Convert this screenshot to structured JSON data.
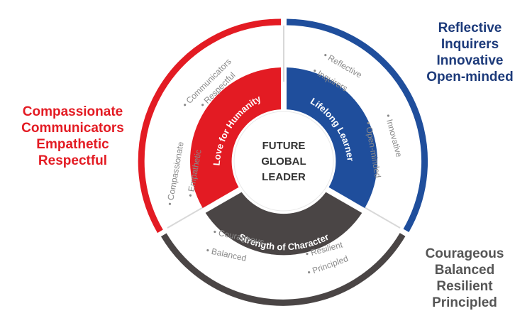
{
  "center": {
    "lines": [
      "FUTURE",
      "GLOBAL",
      "LEADER"
    ]
  },
  "segments": {
    "humanity": {
      "label": "Love for Humanity",
      "color": "#e31b23",
      "items": [
        "• Compassionate",
        "• Communicators",
        "• Empathetic",
        "• Respectful"
      ]
    },
    "learner": {
      "label": "Lifelong Learner",
      "color": "#1f4e9c",
      "items": [
        "• Reflective",
        "• Inquirers",
        "• Innovative",
        "• Open-minded"
      ]
    },
    "character": {
      "label": "Strength of Character",
      "color": "#4a4545",
      "items": [
        "• Courageous",
        "• Balanced",
        "• Resilient",
        "• Principled"
      ]
    }
  },
  "side_lists": {
    "red": {
      "color": "#e31b23",
      "lines": [
        "Compassionate",
        "Communicators",
        "Empathetic",
        "Respectful"
      ]
    },
    "blue": {
      "color": "#1c3a7a",
      "lines": [
        "Reflective",
        "Inquirers",
        "Innovative",
        "Open-minded"
      ]
    },
    "gray": {
      "color": "#555555",
      "lines": [
        "Courageous",
        "Balanced",
        "Resilient",
        "Principled"
      ]
    }
  }
}
